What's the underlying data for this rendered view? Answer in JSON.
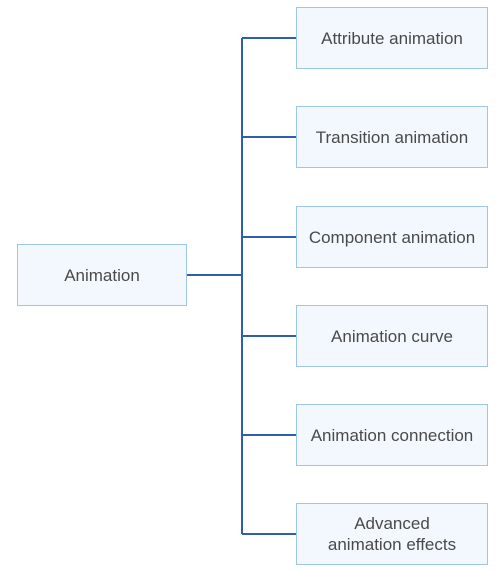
{
  "root": {
    "label": "Animation"
  },
  "children": [
    {
      "label": "Attribute animation"
    },
    {
      "label": "Transition animation"
    },
    {
      "label": "Component animation"
    },
    {
      "label": "Animation curve"
    },
    {
      "label": "Animation connection"
    },
    {
      "label": "Advanced\nanimation effects"
    }
  ],
  "colors": {
    "connector": "#2e5fae",
    "node_fill": "#f2f8fd",
    "node_border": "#9fc6ea",
    "text": "#4a4a4a"
  }
}
